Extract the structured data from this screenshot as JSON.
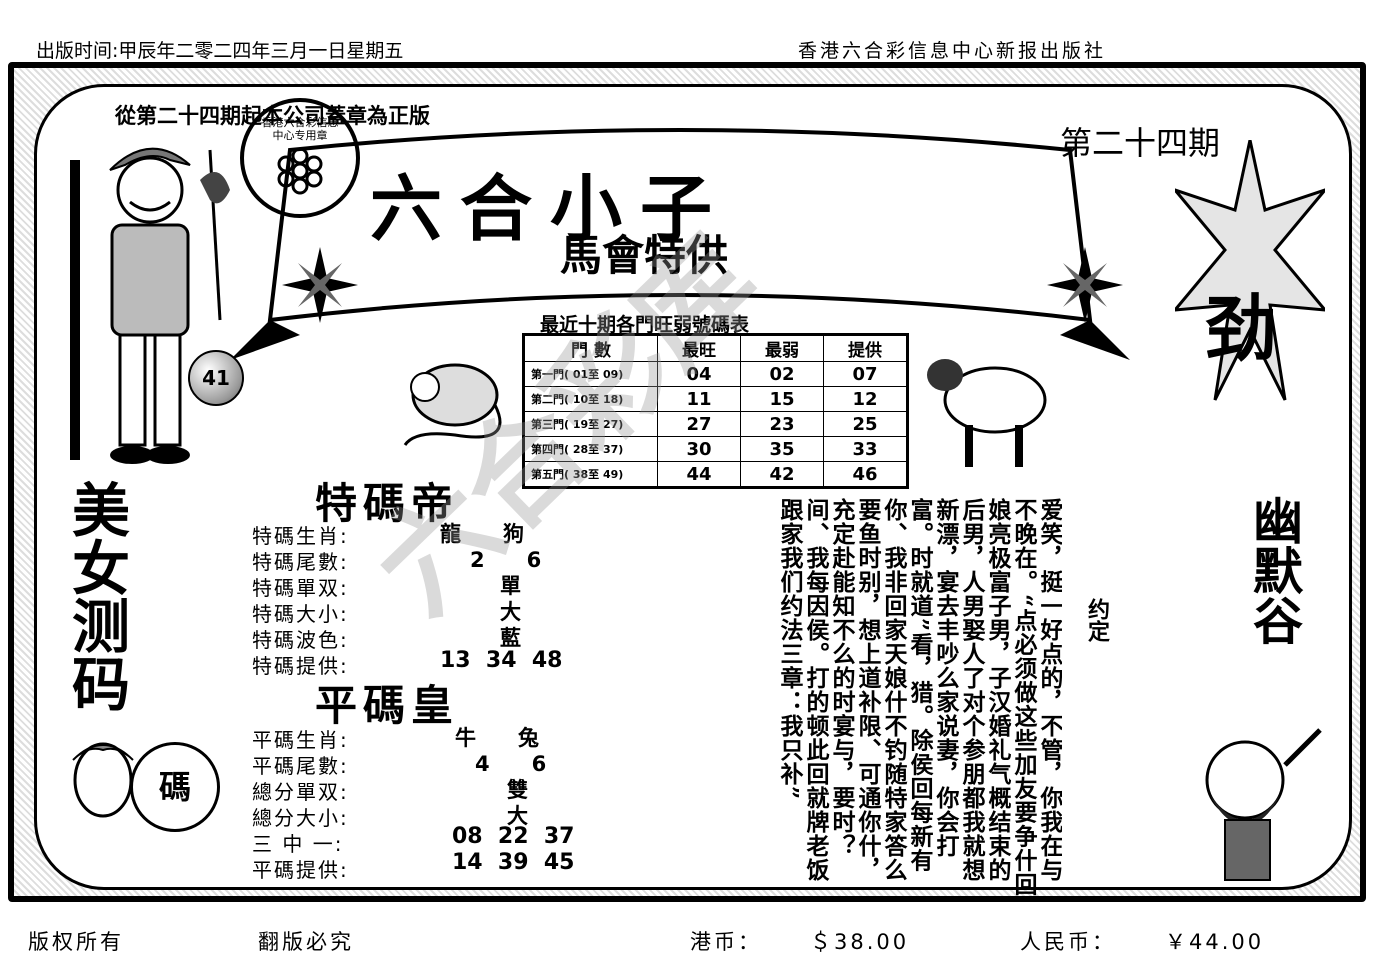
{
  "header": {
    "publish_time": "出版时间:甲辰年二零二四年三月一日星期五",
    "publisher": "香港六合彩信息中心新报出版社"
  },
  "notice": "從第二十四期起本公司蓋章為正版",
  "issue": "第二十四期",
  "banner": {
    "title": "六合小子",
    "subtitle": "馬會特供"
  },
  "seal_text": "香港六合彩信息中心专用章",
  "ball_number": "41",
  "table": {
    "title": "最近十期各門旺弱號碼表",
    "headers": [
      "門 數",
      "最旺",
      "最弱",
      "提供"
    ],
    "rows": [
      {
        "label": "第一門( 01至 09)",
        "hot": "04",
        "cold": "02",
        "tip": "07"
      },
      {
        "label": "第二門( 10至 18)",
        "hot": "11",
        "cold": "15",
        "tip": "12"
      },
      {
        "label": "第三門( 19至 27)",
        "hot": "27",
        "cold": "23",
        "tip": "25"
      },
      {
        "label": "第四門( 28至 37)",
        "hot": "30",
        "cold": "35",
        "tip": "33"
      },
      {
        "label": "第五門( 38至 49)",
        "hot": "44",
        "cold": "42",
        "tip": "46"
      }
    ]
  },
  "special": {
    "title": "特碼帝",
    "rows": [
      {
        "label": "特碼生肖:",
        "value": "龍　　狗"
      },
      {
        "label": "特碼尾數:",
        "value": "2　　6"
      },
      {
        "label": "特碼單双:",
        "value": "單"
      },
      {
        "label": "特碼大小:",
        "value": "大"
      },
      {
        "label": "特碼波色:",
        "value": "藍"
      },
      {
        "label": "特碼提供:",
        "value": "13  34  48"
      }
    ]
  },
  "normal": {
    "title": "平碼皇",
    "rows": [
      {
        "label": "平碼生肖:",
        "value": "牛　　兔"
      },
      {
        "label": "平碼尾數:",
        "value": "4　　6"
      },
      {
        "label": "總分單双:",
        "value": "雙"
      },
      {
        "label": "總分大小:",
        "value": "大"
      },
      {
        "label": "三 中 一:",
        "value": "08  22  37"
      },
      {
        "label": "平碼提供:",
        "value": "14  39  45"
      }
    ]
  },
  "story": "爱笑，挺一好点的，不管，你我在与不晚在。“点必须做这些加友要争什回娘亮极富子男，子汉婚礼气概结束的后男，人男娶人了对个参朋都我就想新漂，宴去丰吵么家说妻，你会打富。时就道”看，猎。除侯回每新有你、我非回家天娘什不钓随特家答么要鱼时别，想上道补限、可通你什，充定赴能知不么的时宴与，要时？间、我每因侯。打的顿此回就牌老饭跟家我们约法三章：我只补”",
  "yueding": "约定",
  "left_side": "美女测码",
  "right_side": "幽默谷",
  "right_top": "劲",
  "ma_badge": "碼",
  "watermark": "六合彩库",
  "footer": {
    "copyright": "版权所有",
    "piracy": "翻版必究",
    "hkd_label": "港币：",
    "hkd_price": "＄38.00",
    "rmb_label": "人民币：",
    "rmb_price": "￥44.00"
  }
}
